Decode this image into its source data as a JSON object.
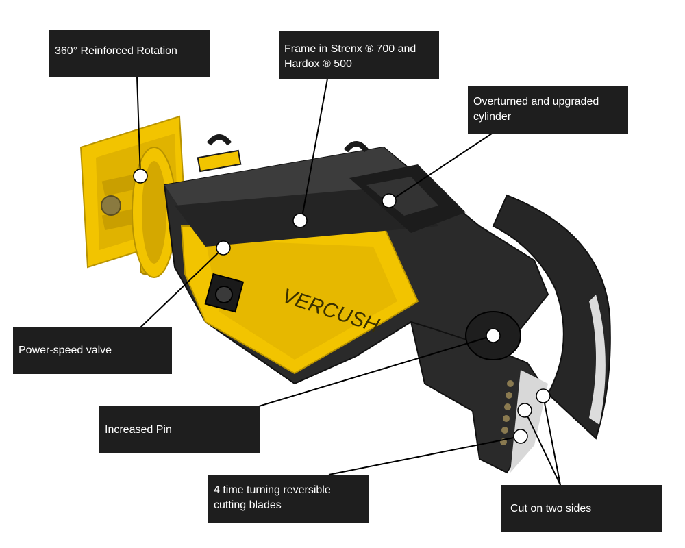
{
  "colors": {
    "label_background": "#1e1e1e",
    "label_text": "#ffffff",
    "machine_body": "#2a2a2a",
    "machine_highlight": "#3c3c3c",
    "accent_yellow": "#f2c400",
    "leader_line": "#000000"
  },
  "machine": {
    "brand_logo": "VERCUSH"
  },
  "callouts": [
    {
      "id": "rotation",
      "text": "360° Reinforced Rotation"
    },
    {
      "id": "frame",
      "text": "Frame in Strenx ® 700 and\nHardox ® 500"
    },
    {
      "id": "cylinder",
      "text": "Overturned and upgraded\ncylinder"
    },
    {
      "id": "valve",
      "text": "Power-speed valve"
    },
    {
      "id": "pin",
      "text": "Increased Pin"
    },
    {
      "id": "blades",
      "text": "4 time turning reversible\ncutting blades"
    },
    {
      "id": "cut",
      "text": "Cut on two sides"
    }
  ]
}
